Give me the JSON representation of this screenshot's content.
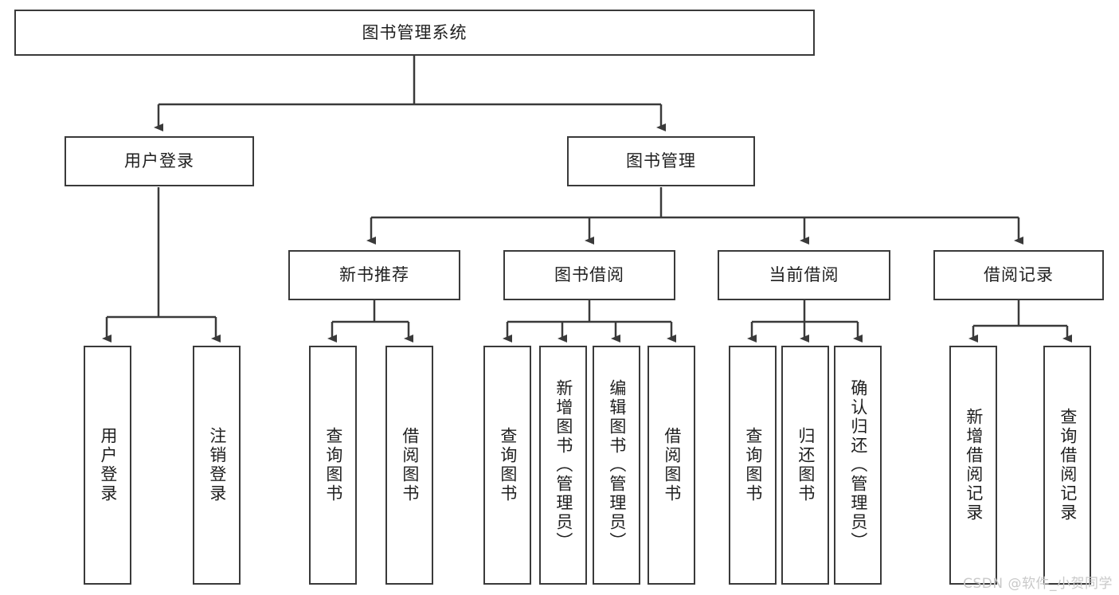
{
  "diagram": {
    "title_node": {
      "label": "图书管理系统"
    },
    "level2": [
      {
        "label": "用户登录"
      },
      {
        "label": "图书管理"
      }
    ],
    "level3": [
      {
        "label": "新书推荐"
      },
      {
        "label": "图书借阅"
      },
      {
        "label": "当前借阅"
      },
      {
        "label": "借阅记录"
      }
    ],
    "leaves": {
      "user_login": [
        {
          "label": "用户登录"
        },
        {
          "label": "注销登录"
        }
      ],
      "new_book_recommend": [
        {
          "label": "查询图书"
        },
        {
          "label": "借阅图书"
        }
      ],
      "book_borrow": [
        {
          "label": "查询图书"
        },
        {
          "label": "新增图书（管理员）"
        },
        {
          "label": "编辑图书（管理员）"
        },
        {
          "label": "借阅图书"
        }
      ],
      "current_borrow": [
        {
          "label": "查询图书"
        },
        {
          "label": "归还图书"
        },
        {
          "label": "确认归还（管理员）"
        }
      ],
      "borrow_record": [
        {
          "label": "新增借阅记录"
        },
        {
          "label": "查询借阅记录"
        }
      ]
    }
  },
  "watermark": {
    "text": "CSDN @软件_小贺同学"
  },
  "colors": {
    "border": "#3a3a3a",
    "text": "#1f1f1f",
    "background": "#ffffff",
    "watermark": "#c9c9c9"
  }
}
